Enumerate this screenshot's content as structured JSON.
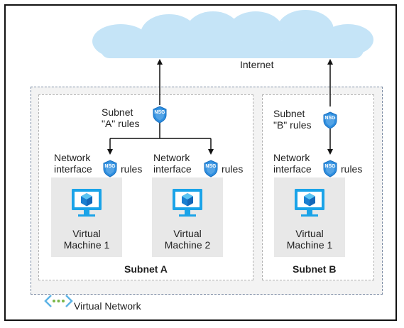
{
  "internet_label": "Internet",
  "virtual_network_label": "Virtual Network",
  "nsg_label": "NSG",
  "subnet_a": {
    "label": "Subnet A",
    "rules_line1": "Subnet",
    "rules_line2": "\"A\" rules",
    "vms": [
      {
        "line1": "Network",
        "line2": "interface",
        "rules": "rules",
        "vm_line1": "Virtual",
        "vm_line2": "Machine 1"
      },
      {
        "line1": "Network",
        "line2": "interface",
        "rules": "rules",
        "vm_line1": "Virtual",
        "vm_line2": "Machine 2"
      }
    ]
  },
  "subnet_b": {
    "label": "Subnet B",
    "rules_line1": "Subnet",
    "rules_line2": "\"B\" rules",
    "vms": [
      {
        "line1": "Network",
        "line2": "interface",
        "rules": "rules",
        "vm_line1": "Virtual",
        "vm_line2": "Machine 1"
      }
    ]
  },
  "colors": {
    "cloud": "#c5e4f7",
    "nsg_blue": "#2e8fe0",
    "vm_monitor": "#1aa3e8",
    "vnet_icon": "#5eb4e6",
    "vnet_dots": "#7ab648"
  }
}
